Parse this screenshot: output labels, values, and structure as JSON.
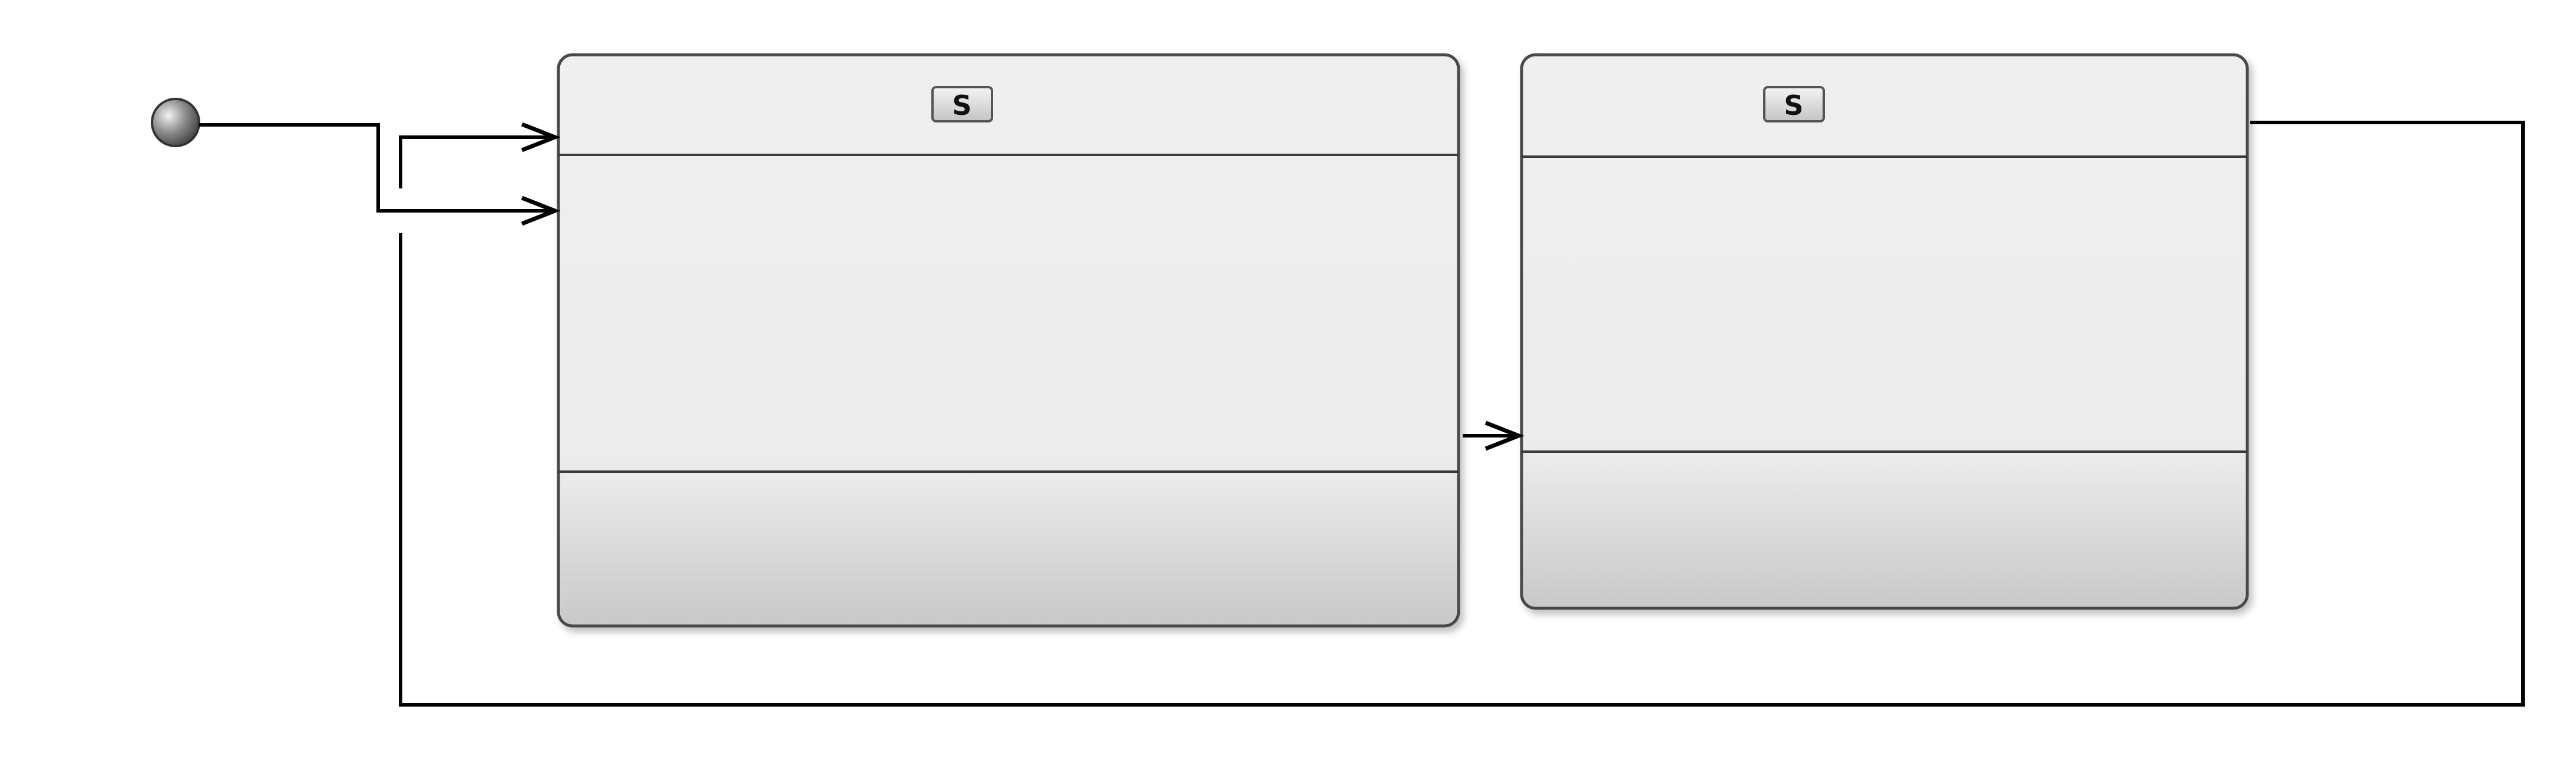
{
  "diagram": {
    "nodes": [
      {
        "id": "initial",
        "kind": "initial-pseudostate"
      },
      {
        "id": "state-1",
        "kind": "state",
        "badge": "S",
        "name": ""
      },
      {
        "id": "state-2",
        "kind": "state",
        "badge": "S",
        "name": ""
      }
    ],
    "transitions": [
      {
        "from": "initial",
        "to": "state-1"
      },
      {
        "from": "state-2",
        "to": "state-1",
        "label": ""
      },
      {
        "from": "state-1",
        "to": "state-2"
      }
    ]
  },
  "colors": {
    "line": "#000000",
    "state_border": "#4a4a4a",
    "state_fill_top": "#efefef",
    "state_fill_bottom": "#cfcfcf",
    "initial_fill": "#7a7a7a"
  }
}
